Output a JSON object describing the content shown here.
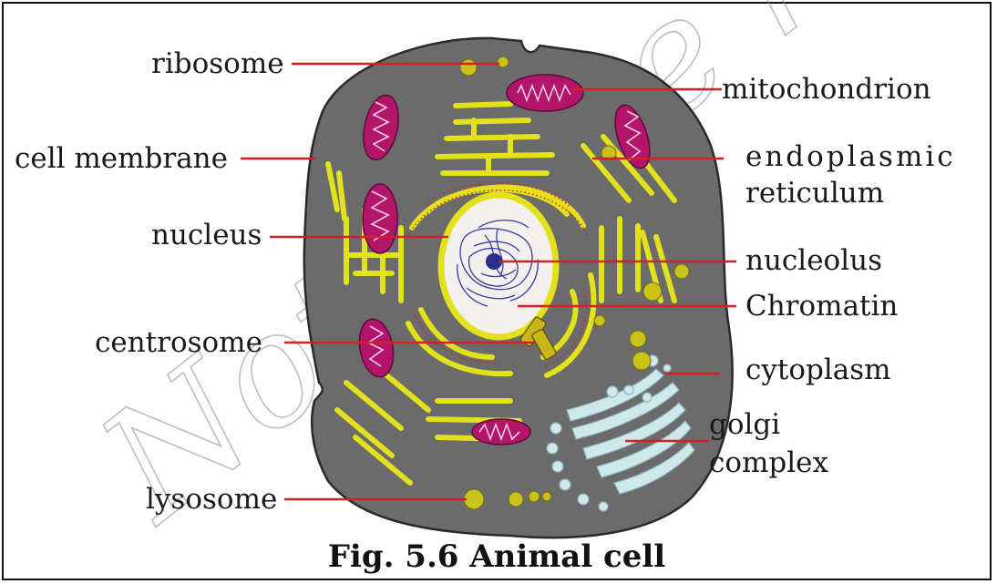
{
  "watermark": "Not to be r",
  "caption": "Fig. 5.6 Animal cell",
  "labels": {
    "ribosome": "ribosome",
    "cell_membrane": "cell membrane",
    "nucleus": "nucleus",
    "centrosome": "centrosome",
    "lysosome": "lysosome",
    "mitochondrion": "mitochondrion",
    "endoplasmic": "endoplasmic",
    "reticulum": "reticulum",
    "nucleolus": "nucleolus",
    "chromatin": "Chromatin",
    "cytoplasm": "cytoplasm",
    "golgi": "golgi",
    "complex": "complex"
  },
  "colors": {
    "cytoplasm": "#6b6b6b",
    "membrane_outline": "#2a2a2a",
    "organelle_yellow": "#e3e11c",
    "mitochondrion_magenta": "#b3156b",
    "golgi_blue": "#cfe8ec",
    "nucleus_interior": "#f4f0ee",
    "chromatin_blue": "#3a3aa0",
    "leader_line": "#d41f26"
  }
}
